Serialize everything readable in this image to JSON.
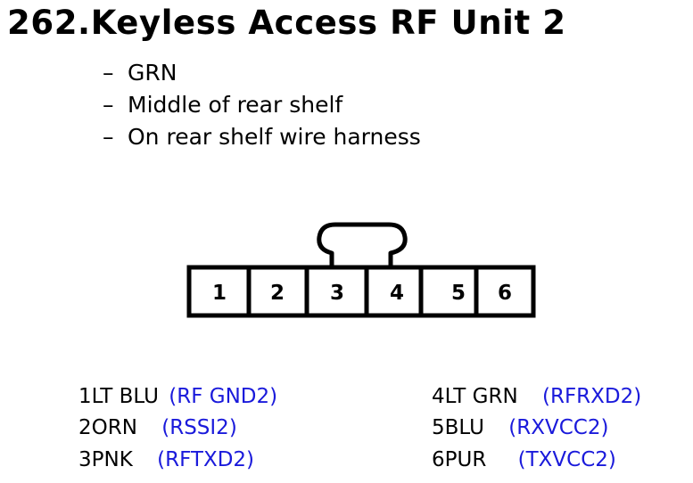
{
  "title": "262.Keyless Access RF Unit 2",
  "bullets": [
    "GRN",
    "Middle of rear shelf",
    "On rear shelf wire harness"
  ],
  "bullet_marker": "–",
  "connector": {
    "pins": [
      "1",
      "2",
      "3",
      "4",
      "5",
      "6"
    ]
  },
  "pinout": [
    {
      "pin": "1",
      "color": "LT BLU",
      "signal": "(RF GND2)"
    },
    {
      "pin": "2",
      "color": "ORN",
      "signal": "(RSSI2)"
    },
    {
      "pin": "3",
      "color": "PNK",
      "signal": "(RFTXD2)"
    },
    {
      "pin": "4",
      "color": "LT GRN",
      "signal": "(RFRXD2)"
    },
    {
      "pin": "5",
      "color": "BLU",
      "signal": "(RXVCC2)"
    },
    {
      "pin": "6",
      "color": "PUR",
      "signal": "(TXVCC2)"
    }
  ],
  "colors": {
    "signal": "#1a1adb",
    "text": "#000000"
  }
}
